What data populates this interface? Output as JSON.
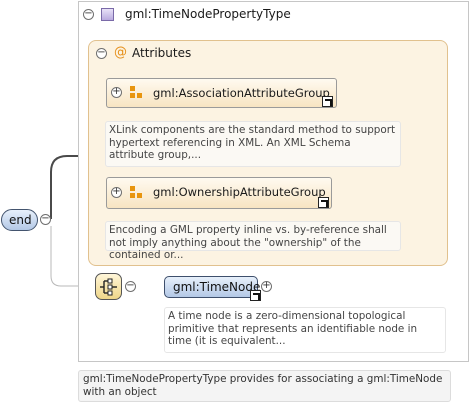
{
  "root_element": {
    "name": "end"
  },
  "type_box": {
    "name": "gml:TimeNodePropertyType"
  },
  "attributes": {
    "label": "Attributes",
    "groups": [
      {
        "name": "gml:AssociationAttributeGroup",
        "description": "XLink components are the standard method to support hypertext referencing in XML. An XML Schema attribute group,..."
      },
      {
        "name": "gml:OwnershipAttributeGroup",
        "description": "Encoding a GML property inline vs. by-reference shall not imply anything about the \"ownership\" of the contained or..."
      }
    ]
  },
  "sequence": {
    "element": {
      "name": "gml:TimeNode",
      "description": "A time node is a zero-dimensional topological primitive that represents an identifiable node in time (it is equivalent..."
    }
  },
  "type_description": "gml:TimeNodePropertyType provides for associating a gml:TimeNode with an object"
}
